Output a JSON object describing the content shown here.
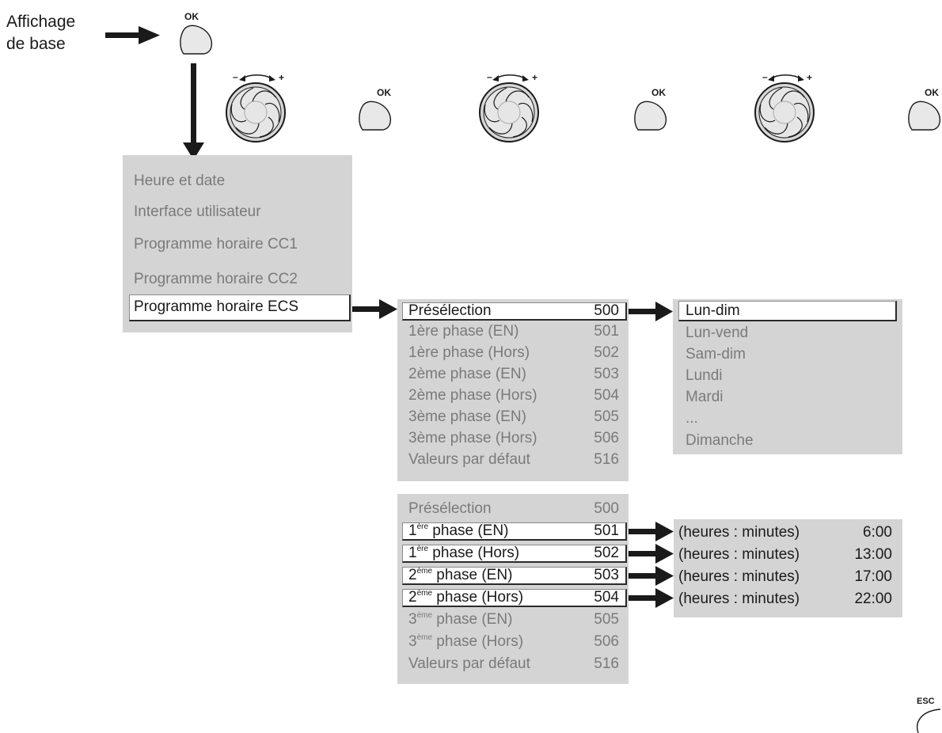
{
  "start": {
    "line1": "Affichage",
    "line2": "de base"
  },
  "ok_label": "OK",
  "esc_label": "ESC",
  "knob_minus": "–",
  "knob_plus": "+",
  "main_menu": [
    "Heure et date",
    "Interface utilisateur",
    "Programme horaire CC1",
    "Programme horaire CC2",
    "Programme horaire ECS"
  ],
  "submenu": [
    {
      "label": "Présélection",
      "num": "500"
    },
    {
      "label": "1ère phase (EN)",
      "num": "501"
    },
    {
      "label": "1ère phase (Hors)",
      "num": "502"
    },
    {
      "label": "2ème phase (EN)",
      "num": "503"
    },
    {
      "label": "2ème phase (Hors)",
      "num": "504"
    },
    {
      "label": "3ème phase (EN)",
      "num": "505"
    },
    {
      "label": "3ème phase (Hors)",
      "num": "506"
    },
    {
      "label": "Valeurs par défaut",
      "num": "516"
    }
  ],
  "days": [
    "Lun-dim",
    "Lun-vend",
    "Sam-dim",
    "Lundi",
    "Mardi",
    "...",
    "Dimanche"
  ],
  "submenu2": [
    {
      "label": "Présélection",
      "num": "500"
    },
    {
      "ord": "1",
      "sup": "ère",
      "rest": " phase (EN)",
      "num": "501"
    },
    {
      "ord": "1",
      "sup": "ère",
      "rest": " phase (Hors)",
      "num": "502"
    },
    {
      "ord": "2",
      "sup": "ème",
      "rest": " phase (EN)",
      "num": "503"
    },
    {
      "ord": "2",
      "sup": "ème",
      "rest": " phase (Hors)",
      "num": "504"
    },
    {
      "ord": "3",
      "sup": "ème",
      "rest": " phase (EN)",
      "num": "505"
    },
    {
      "ord": "3",
      "sup": "ème",
      "rest": " phase (Hors)",
      "num": "506"
    },
    {
      "label": "Valeurs par défaut",
      "num": "516"
    }
  ],
  "times": [
    {
      "label": "(heures : minutes)",
      "value": "6:00"
    },
    {
      "label": "(heures : minutes)",
      "value": "13:00"
    },
    {
      "label": "(heures : minutes)",
      "value": "17:00"
    },
    {
      "label": "(heures : minutes)",
      "value": "22:00"
    }
  ]
}
